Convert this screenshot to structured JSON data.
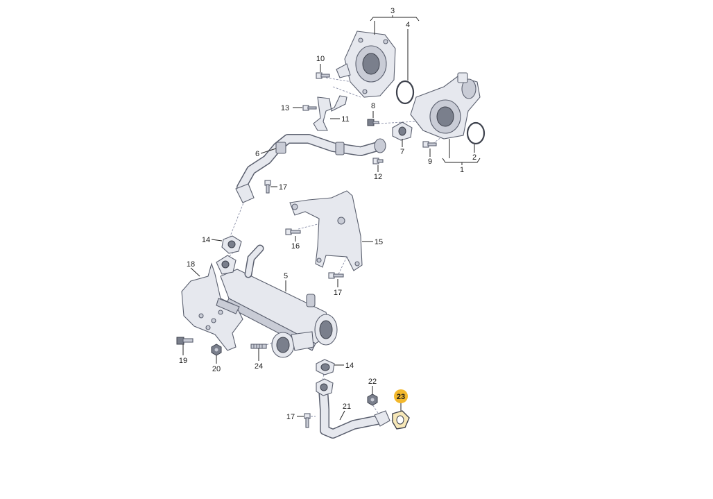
{
  "diagram": {
    "highlight_color": "#f3b82c",
    "part_labels": {
      "p1": "1",
      "p2": "2",
      "p3": "3",
      "p4": "4",
      "p5": "5",
      "p6": "6",
      "p7": "7",
      "p8": "8",
      "p9": "9",
      "p10": "10",
      "p11": "11",
      "p12": "12",
      "p13": "13",
      "p14a": "14",
      "p14b": "14",
      "p15": "15",
      "p16": "16",
      "p17a": "17",
      "p17b": "17",
      "p17c": "17",
      "p18": "18",
      "p19": "19",
      "p20": "20",
      "p21": "21",
      "p22": "22",
      "p23": "23",
      "p24": "24"
    },
    "highlighted_part": "23"
  }
}
